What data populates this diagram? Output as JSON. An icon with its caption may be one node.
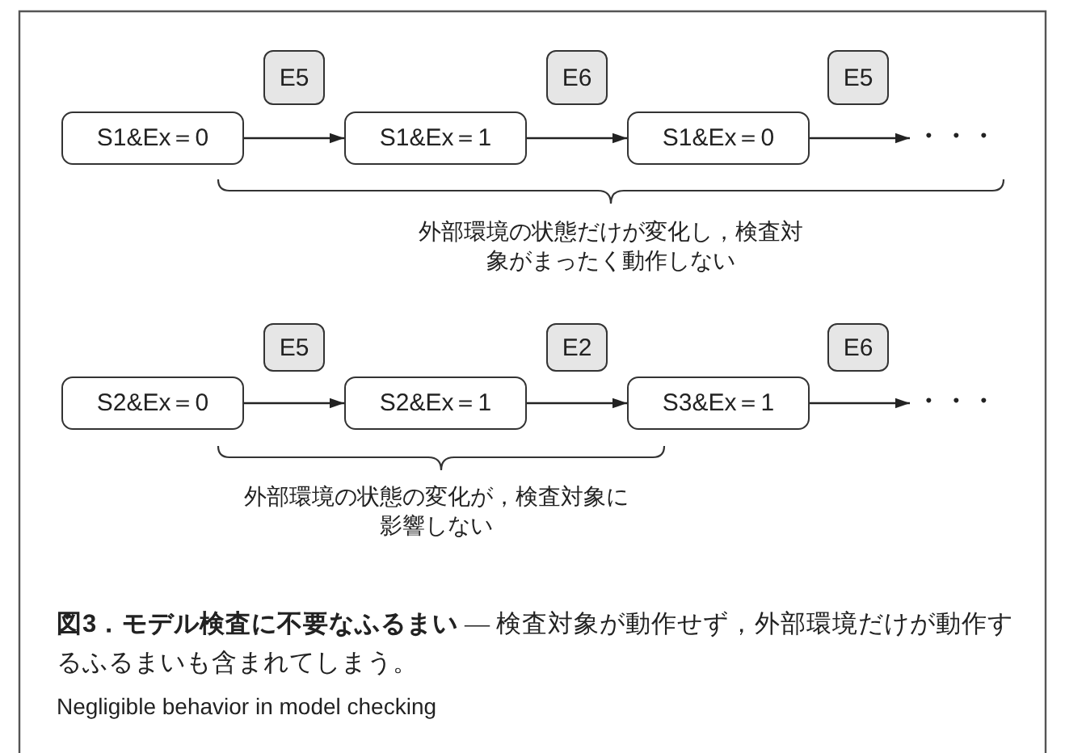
{
  "diagram": {
    "caption": "**図3．モデル検査に不要なふるまい** — 検査対象が動作せず，外部環境だけが動作するふるまいも含まれてしまう。",
    "nodes": [
      {
        "text": [
          "S1&Ex＝0"
        ]
      },
      {
        "text": [
          "S1&Ex＝1"
        ]
      },
      {
        "text": [
          "S1&Ex＝0"
        ]
      },
      {
        "text": [
          "・・・"
        ]
      },
      {
        "text": [
          "S2&Ex＝0"
        ]
      },
      {
        "text": [
          "S2&Ex＝1"
        ]
      },
      {
        "text": [
          "S3&Ex＝1"
        ]
      },
      {
        "text": [
          "・・・"
        ]
      }
    ],
    "edges": [
      {
        "from": 0,
        "to": 1,
        "arrow": "to",
        "label": "E5"
      },
      {
        "from": 1,
        "to": 2,
        "arrow": "to",
        "label": "E6"
      },
      {
        "from": 2,
        "to": 3,
        "arrow": "to",
        "label": "E5"
      },
      {
        "from": 4,
        "to": 5,
        "arrow": "to",
        "label": "E5"
      },
      {
        "from": 5,
        "to": 6,
        "arrow": "to",
        "label": "E2"
      },
      {
        "from": 6,
        "to": 7,
        "arrow": "to",
        "label": "E6"
      }
    ],
    "labels": [
      "外部環境の状態だけが変化し，検査対象がまったく動作しない",
      "外部環境の状態の変化が，検査対象に影響しない",
      "Negligible behavior in model checking"
    ]
  }
}
